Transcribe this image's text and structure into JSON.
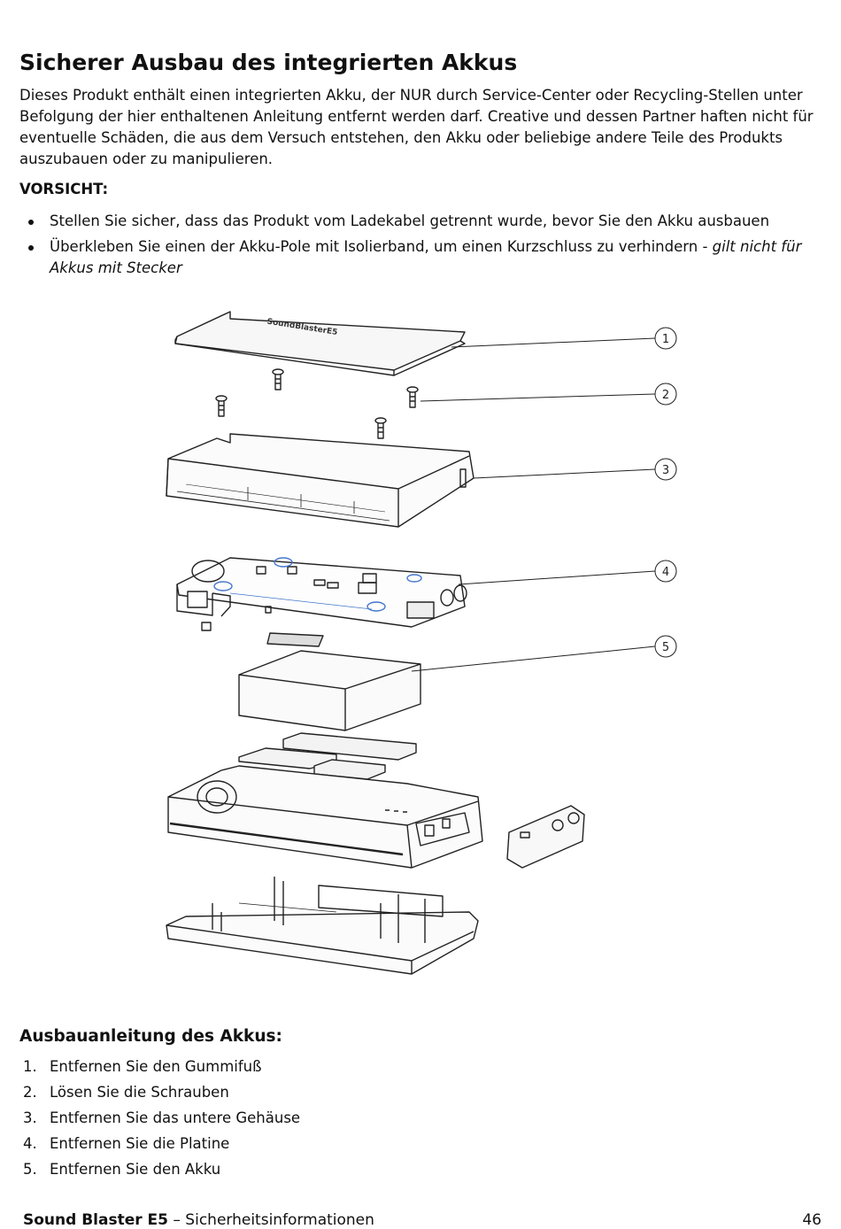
{
  "title": "Sicherer Ausbau des integrierten Akkus",
  "intro": "Dieses Produkt enthält einen integrierten Akku, der NUR durch Service-Center oder Recycling-Stellen unter Befolgung der hier enthaltenen Anleitung entfernt werden darf. Creative und dessen Partner haften nicht für eventuelle Schäden, die aus dem Versuch entstehen, den Akku oder beliebige andere Teile des Produkts auszubauen oder zu manipulieren.",
  "caution_label": "VORSICHT:",
  "cautions": [
    {
      "text": "Stellen Sie sicher, dass das Produkt vom Ladekabel getrennt wurde, bevor Sie den Akku ausbauen"
    },
    {
      "text": "Überkleben Sie einen der Akku-Pole mit Isolierband, um einen Kurzschluss zu verhindern - ",
      "italic": "gilt nicht für Akkus mit Stecker"
    }
  ],
  "diagram": {
    "callouts": [
      "1",
      "2",
      "3",
      "4",
      "5"
    ],
    "label_on_part": "SoundBlasterE5"
  },
  "steps_heading": "Ausbauanleitung des Akkus:",
  "steps": [
    {
      "num": "1.",
      "text": "Entfernen Sie den Gummifuß"
    },
    {
      "num": "2.",
      "text": "Lösen Sie die Schrauben"
    },
    {
      "num": "3.",
      "text": "Entfernen Sie das untere Gehäuse"
    },
    {
      "num": "4.",
      "text": "Entfernen Sie die Platine"
    },
    {
      "num": "5.",
      "text": "Entfernen Sie den Akku"
    }
  ],
  "footer": {
    "product": "Sound Blaster E5",
    "section": " – Sicherheitsinformationen",
    "page": "46"
  }
}
